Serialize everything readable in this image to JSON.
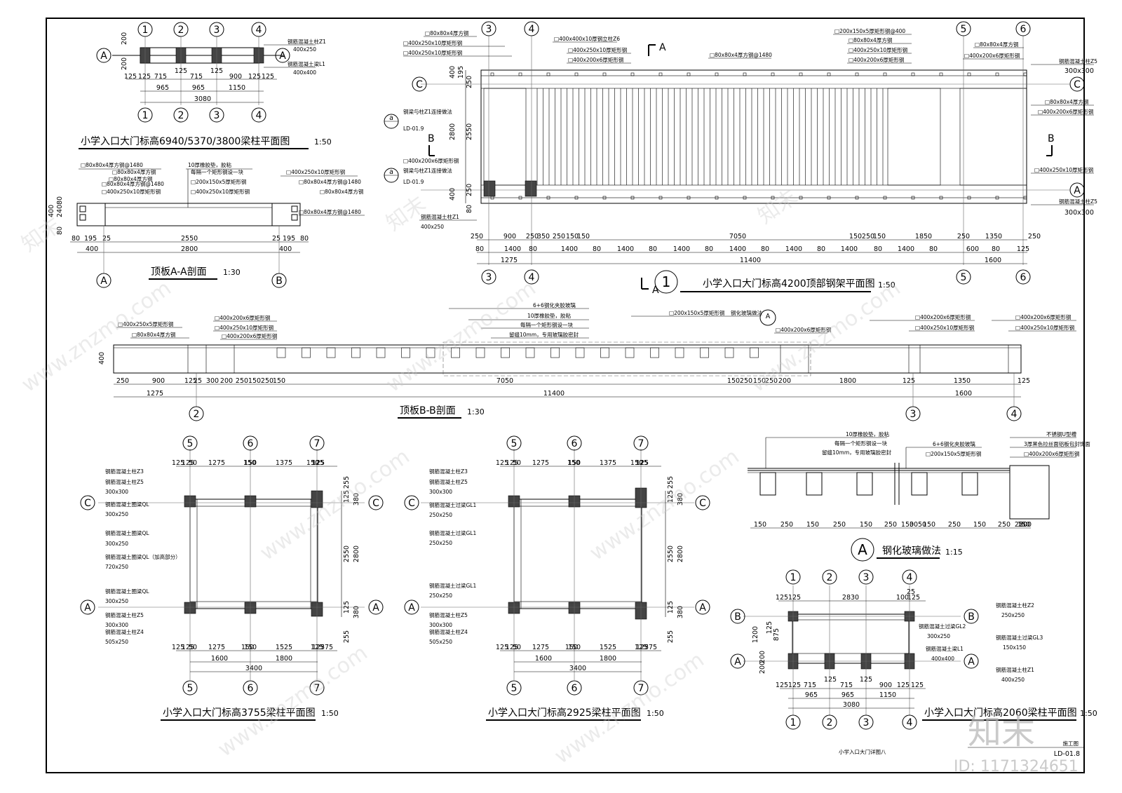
{
  "titles": {
    "t1": "小学入口大门标高6940/5370/3800梁柱平面图",
    "t1_scale": "1:50",
    "t2": "顶板A-A剖面",
    "t2_scale": "1:30",
    "t3": "小学入口大门标高4200顶部钢架平面图",
    "t3_scale": "1:50",
    "t3_num": "1",
    "t4": "顶板B-B剖面",
    "t4_scale": "1:30",
    "t5": "小学入口大门标高3755梁柱平面图",
    "t5_scale": "1:50",
    "t6": "小学入口大门标高2925梁柱平面图",
    "t6_scale": "1:50",
    "t7": "钢化玻璃做法",
    "t7_scale": "1:15",
    "t7_num": "A",
    "t8": "小学入口大门标高2060梁柱平面图",
    "t8_scale": "1:50"
  },
  "titleblock": {
    "stage": "施工图",
    "drawing_no": "LD-01.8",
    "sheet_name": "小学入口大门详图八"
  },
  "watermark": {
    "brand": "知末",
    "id": "ID: 1171324651",
    "site": "www.znzmo.com"
  },
  "plan1": {
    "axes": [
      "1",
      "2",
      "3",
      "4"
    ],
    "rows": [
      "A"
    ],
    "notes": [
      "钢筋混凝土柱Z1",
      "400x250",
      "钢筋混凝土梁L1",
      "400x400"
    ],
    "dim_top": [
      "200",
      "200"
    ],
    "dim_row1": [
      "125",
      "125",
      "715",
      "125",
      "715",
      "125",
      "900",
      "125",
      "125"
    ],
    "dim_row2": [
      "965",
      "965",
      "1150"
    ],
    "dim_total": "3080"
  },
  "secAA": {
    "notes_left": [
      "□80x80x4厚方钢@1480",
      "□80x80x4厚方钢",
      "□80x80x4厚方钢",
      "□80x80x4厚方钢@1480",
      "□400x250x10厚矩形钢"
    ],
    "notes_mid": [
      "10厚橡胶垫，胶粘",
      "每隔一个矩形钢设一块",
      "□200x150x5厚矩形钢",
      "□400x250x10厚矩形钢"
    ],
    "notes_right": [
      "□400x250x10厚矩形钢",
      "□80x80x4厚方钢@1480",
      "□80x80x4厚方钢",
      "□80x80x4厚方钢@1480"
    ],
    "dim_left": [
      "80",
      "240",
      "80",
      "400"
    ],
    "dim_row1": [
      "80",
      "195",
      "25",
      "2550",
      "25",
      "195",
      "80"
    ],
    "dim_row2": [
      "400",
      "2800",
      "400"
    ],
    "axes": [
      "A",
      "B"
    ]
  },
  "plan2": {
    "axes_top": [
      "3",
      "4",
      "5",
      "6"
    ],
    "rows": [
      "C",
      "A",
      "a",
      "a"
    ],
    "refs": [
      "LD-01.9",
      "LD-01.9"
    ],
    "sec_marks": [
      "A",
      "B"
    ],
    "notes_left": [
      "□80x80x4厚方钢",
      "□400x250x10厚矩形钢",
      "□400x250x10厚矩形钢",
      "钢梁与柱Z1连接做法",
      "□400x200x6厚矩形钢",
      "钢梁与柱Z1连接做法",
      "钢筋混凝土柱Z1",
      "400x250"
    ],
    "notes_top": [
      "□400x400x10厚钢立柱Z6",
      "□400x250x10厚矩形钢",
      "□400x200x6厚矩形钢",
      "□80x80x4厚方钢@1480",
      "□200x150x5厚矩形钢@400",
      "□80x80x4厚方钢",
      "□400x250x10厚矩形钢",
      "□400x200x6厚矩形钢",
      "□80x80x4厚方钢",
      "□400x200x6厚矩形钢"
    ],
    "notes_right": [
      "钢筋混凝土柱Z5",
      "300x300",
      "□80x80x4厚方钢",
      "□400x200x6厚矩形钢",
      "□400x250x10厚矩形钢",
      "钢筋混凝土柱Z5",
      "300x300"
    ],
    "dim_left": [
      "400",
      "195",
      "250",
      "2800",
      "2550",
      "400",
      "80",
      "250"
    ],
    "dim_row1": [
      "250",
      "900",
      "250",
      "350",
      "250",
      "150",
      "150",
      "7050",
      "150",
      "250",
      "150",
      "1850",
      "250",
      "1350",
      "250"
    ],
    "dim_row2": [
      "80",
      "1400",
      "80",
      "1400",
      "80",
      "1400",
      "80",
      "1400",
      "80",
      "1400",
      "80",
      "1400",
      "80",
      "1400",
      "80",
      "1400",
      "80",
      "600",
      "80",
      "125"
    ],
    "dim_row3": [
      "1275",
      "11400",
      "1600"
    ]
  },
  "secBB": {
    "notes_left": [
      "□400x250x5厚矩形钢",
      "□80x80x4厚方钢",
      "□400x200x6厚矩形钢",
      "□400x250x10厚矩形钢",
      "□400x200x6厚矩形钢"
    ],
    "notes_mid": [
      "6+6钢化夹胶玻璃",
      "10厚橡胶垫，胶粘",
      "每隔一个矩形钢设一块",
      "留缝10mm，专用玻璃胶密封",
      "□200x150x5厚矩形钢",
      "钢化玻璃做法",
      "□400x200x6厚矩形钢"
    ],
    "notes_right": [
      "□400x200x6厚矩形钢",
      "□400x250x10厚矩形钢",
      "□400x200x6厚矩形钢",
      "□400x250x10厚矩形钢"
    ],
    "detail_ref": "A",
    "dim_left": "400",
    "dim_row1": [
      "250",
      "900",
      "125",
      "25",
      "300",
      "200",
      "250",
      "150",
      "250",
      "150",
      "7050",
      "150",
      "250",
      "150",
      "250",
      "200",
      "1800",
      "125",
      "1350",
      "125"
    ],
    "dim_row2": [
      "1275",
      "11400",
      "1600"
    ],
    "axes": [
      "2",
      "3",
      "4"
    ]
  },
  "plan3": {
    "axes": [
      "5",
      "6",
      "7"
    ],
    "rows": [
      "C",
      "A"
    ],
    "notes": [
      "钢筋混凝土柱Z3",
      "钢筋混凝土柱Z5",
      "300x300",
      "钢筋混凝土圈梁QL",
      "300x250",
      "钢筋混凝土圈梁QL",
      "300x250",
      "钢筋混凝土圈梁QL（加高部分）",
      "720x250",
      "钢筋混凝土圈梁QL",
      "300x250",
      "钢筋混凝土柱Z5",
      "300x300",
      "钢筋混凝土柱Z4",
      "505x250"
    ],
    "dim_top": [
      "125",
      "125",
      "1275",
      "150",
      "1375",
      "150",
      "125",
      "50",
      "150",
      "125"
    ],
    "dim_right": [
      "255",
      "125",
      "380",
      "2550",
      "2800",
      "125",
      "380",
      "255"
    ],
    "dim_bot": [
      "50",
      "150",
      "125",
      "125",
      "1275",
      "150",
      "1525",
      "125",
      "375",
      "125",
      "1600",
      "1800",
      "3400"
    ]
  },
  "plan4": {
    "axes": [
      "5",
      "6",
      "7"
    ],
    "rows": [
      "C",
      "A"
    ],
    "notes": [
      "钢筋混凝土柱Z3",
      "钢筋混凝土柱Z5",
      "300x300",
      "钢筋混凝土过梁GL1",
      "250x250",
      "钢筋混凝土过梁GL1",
      "250x250",
      "钢筋混凝土过梁GL1",
      "250x250",
      "钢筋混凝土柱Z5",
      "300x300",
      "钢筋混凝土柱Z4",
      "505x250"
    ],
    "dim_top": [
      "125",
      "125",
      "1275",
      "150",
      "1375",
      "150",
      "125",
      "50",
      "150",
      "125"
    ],
    "dim_right": [
      "255",
      "125",
      "380",
      "2550",
      "2800",
      "125",
      "380",
      "255"
    ],
    "dim_bot": [
      "50",
      "150",
      "125",
      "125",
      "1275",
      "150",
      "1525",
      "125",
      "375",
      "125",
      "1600",
      "1800",
      "3400"
    ]
  },
  "detailA": {
    "notes": [
      "10厚橡胶垫，胶粘",
      "每隔一个矩形钢设一块",
      "留缝10mm，专用玻璃胶密封",
      "6+6钢化夹胶玻璃",
      "□200x150x5厚矩形钢",
      "不锈钢U型槽",
      "3厚黑色拉丝面铝板包封饰面",
      "□400x200x6厚矩形钢"
    ],
    "dims": [
      "150",
      "250",
      "150",
      "250",
      "150",
      "250",
      "150",
      "3050",
      "150",
      "250",
      "150",
      "250",
      "150",
      "250",
      "200"
    ]
  },
  "plan5": {
    "axes": [
      "1",
      "2",
      "3",
      "4"
    ],
    "rows": [
      "B",
      "A"
    ],
    "notes": [
      "钢筋混凝土柱Z2",
      "250x250",
      "钢筋混凝土过梁GL2",
      "300x250",
      "钢筋混凝土过梁GL3",
      "150x150",
      "钢筋混凝土梁L1",
      "400x400",
      "钢筋混凝土柱Z1",
      "400x250"
    ],
    "dim_top": [
      "125",
      "125",
      "2830",
      "100",
      "125",
      "25"
    ],
    "dim_left": [
      "125",
      "875",
      "1200",
      "200",
      "200"
    ],
    "dim_row1": [
      "125",
      "125",
      "715",
      "125",
      "715",
      "125",
      "900",
      "125",
      "125"
    ],
    "dim_row2": [
      "965",
      "965",
      "1150"
    ],
    "dim_total": "3080"
  }
}
